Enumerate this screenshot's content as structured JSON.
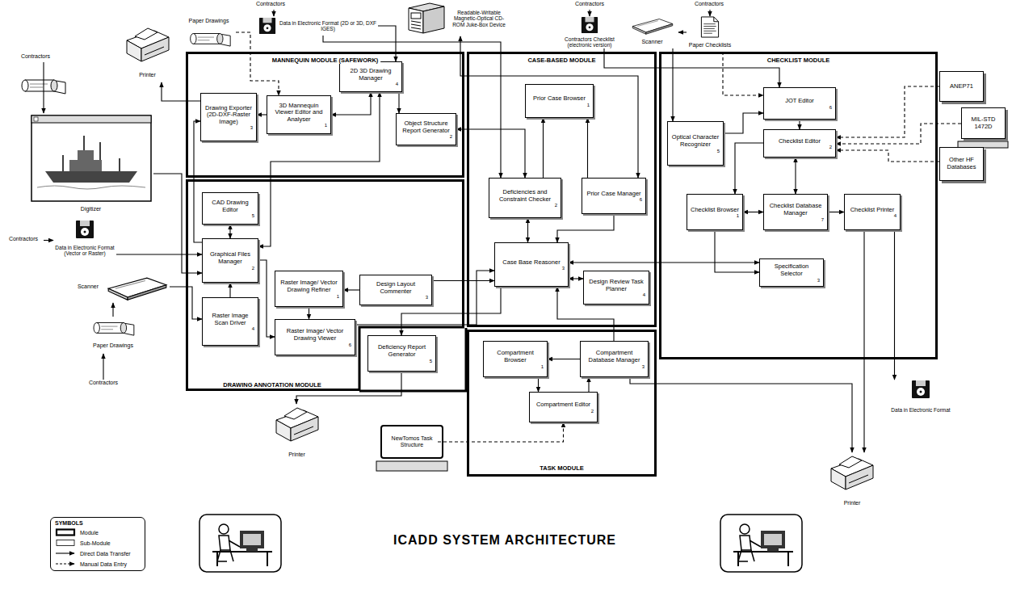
{
  "diagram": {
    "title": "ICADD SYSTEM ARCHITECTURE",
    "nodes": [
      {
        "text": [
          "Printer"
        ]
      },
      {
        "text": [
          "Paper Drawings"
        ]
      },
      {
        "text": [
          "Contractors"
        ]
      },
      {
        "text": [
          "Digitizer"
        ]
      },
      {
        "text": [
          "Contractors"
        ]
      },
      {
        "text": [
          "Data in Electronic Format (Vector or Raster)"
        ]
      },
      {
        "text": [
          "Scanner"
        ]
      },
      {
        "text": [
          "Paper Drawings"
        ]
      },
      {
        "text": [
          "Contractors"
        ]
      },
      {
        "text": [
          "Contractors"
        ]
      },
      {
        "text": [
          "Data in Electronic Format (2D or 3D, DXF IGES)"
        ]
      },
      {
        "text": [
          "Readable-Writable Magnetic-Optical CD-ROM Juke-Box Device"
        ]
      },
      {
        "text": [
          "Contractors"
        ]
      },
      {
        "text": [
          "Contractors Checklist (electronic version)"
        ]
      },
      {
        "text": [
          "Contractors"
        ]
      },
      {
        "text": [
          "Paper Checklists"
        ]
      },
      {
        "text": [
          "Scanner"
        ]
      },
      {
        "text": [
          "MANNEQUIN MODULE (SAFEWORK)"
        ]
      },
      {
        "text": [
          "Drawing Exporter (2D-DXF-Raster Image)",
          "3"
        ],
        "in": 17
      },
      {
        "text": [
          "3D Mannequin Viewer Editor and Analyser",
          "1"
        ],
        "in": 17
      },
      {
        "text": [
          "2D 3D Drawing Manager",
          "4"
        ],
        "in": 17
      },
      {
        "text": [
          "Object Structure Report Generator",
          "2"
        ],
        "in": 17
      },
      {
        "text": [
          "CASE-BASED MODULE"
        ]
      },
      {
        "text": [
          "Prior Case Browser",
          "1"
        ],
        "in": 22
      },
      {
        "text": [
          "Deficiencies and Constraint Checker",
          "2"
        ],
        "in": 22
      },
      {
        "text": [
          "Prior Case Manager",
          "6"
        ],
        "in": 22
      },
      {
        "text": [
          "Case Base Reasoner",
          "3"
        ],
        "in": 22
      },
      {
        "text": [
          "Design Review Task Planner",
          "4"
        ],
        "in": 22
      },
      {
        "text": [
          "CHECKLIST MODULE"
        ]
      },
      {
        "text": [
          "JOT Editor",
          "6"
        ],
        "in": 28
      },
      {
        "text": [
          "Optical Character Recognizer",
          "5"
        ],
        "in": 28
      },
      {
        "text": [
          "Checklist Editor",
          "2"
        ],
        "in": 28
      },
      {
        "text": [
          "Checklist Browser",
          "1"
        ],
        "in": 28
      },
      {
        "text": [
          "Checklist Database Manager",
          "7"
        ],
        "in": 28
      },
      {
        "text": [
          "Checklist Printer",
          "4"
        ],
        "in": 28
      },
      {
        "text": [
          "Specification Selector",
          "3"
        ],
        "in": 28
      },
      {
        "text": [
          "ANEP71"
        ]
      },
      {
        "text": [
          "MIL-STD 1472D"
        ]
      },
      {
        "text": [
          "Other HF Databases"
        ]
      },
      {
        "text": [
          "DRAWING ANNOTATION MODULE"
        ]
      },
      {
        "text": [
          "CAD Drawing Editor",
          "5"
        ],
        "in": 39
      },
      {
        "text": [
          "Graphical Files Manager",
          "2"
        ],
        "in": 39
      },
      {
        "text": [
          "Raster Image Scan Driver",
          "4"
        ],
        "in": 39
      },
      {
        "text": [
          "Raster Image/ Vector Drawing Refiner",
          "1"
        ],
        "in": 39
      },
      {
        "text": [
          "Design Layout Commenter",
          "3"
        ],
        "in": 39
      },
      {
        "text": [
          "Raster Image/ Vector Drawing Viewer",
          "6"
        ],
        "in": 39
      },
      {
        "text": [
          "Deficiency Report Generator",
          "5"
        ]
      },
      {
        "text": [
          "TASK MODULE"
        ]
      },
      {
        "text": [
          "Compartment Browser",
          "1"
        ],
        "in": 47
      },
      {
        "text": [
          "Compartment Database Manager",
          "3"
        ],
        "in": 47
      },
      {
        "text": [
          "Compartment Editor",
          "2"
        ],
        "in": 47
      },
      {
        "text": [
          "Printer"
        ]
      },
      {
        "text": [
          "NewTomos Task Structure"
        ]
      },
      {
        "text": [
          "Data in Electronic Format"
        ]
      },
      {
        "text": [
          "Printer"
        ]
      }
    ],
    "edges": [
      {
        "from": 2,
        "to": 3,
        "arrow": "to"
      },
      {
        "from": 18,
        "to": 0,
        "arrow": "to"
      },
      {
        "from": 1,
        "to": 19,
        "arrow": "to"
      },
      {
        "from": 3,
        "to": 41,
        "arrow": "to"
      },
      {
        "from": 4,
        "to": 5,
        "arrow": "to"
      },
      {
        "from": 5,
        "to": 41,
        "arrow": "to"
      },
      {
        "from": 8,
        "to": 7,
        "arrow": "to"
      },
      {
        "from": 7,
        "to": 6,
        "arrow": "to"
      },
      {
        "from": 6,
        "to": 42,
        "arrow": "to"
      },
      {
        "from": 42,
        "to": 41,
        "arrow": "to"
      },
      {
        "from": 41,
        "to": 40,
        "arrow": "both"
      },
      {
        "from": 41,
        "to": 45,
        "arrow": "to"
      },
      {
        "from": 43,
        "to": 45,
        "arrow": "to"
      },
      {
        "from": 44,
        "to": 43,
        "arrow": "to"
      },
      {
        "from": 41,
        "to": 18,
        "arrow": "to"
      },
      {
        "from": 19,
        "to": 18,
        "arrow": "to"
      },
      {
        "from": 19,
        "to": 20,
        "arrow": "both"
      },
      {
        "from": 20,
        "to": 21,
        "arrow": "to"
      },
      {
        "from": 20,
        "to": 41,
        "arrow": "both"
      },
      {
        "from": 9,
        "to": 10,
        "arrow": "to"
      },
      {
        "from": 10,
        "to": 20,
        "arrow": "to"
      },
      {
        "from": 10,
        "to": 24,
        "arrow": "to"
      },
      {
        "from": 11,
        "to": 25,
        "arrow": "both"
      },
      {
        "from": 21,
        "to": 24,
        "arrow": "both"
      },
      {
        "from": 24,
        "to": 23,
        "arrow": "to"
      },
      {
        "from": 25,
        "to": 23,
        "arrow": "to"
      },
      {
        "from": 24,
        "to": 26,
        "arrow": "both"
      },
      {
        "from": 25,
        "to": 26,
        "arrow": "to"
      },
      {
        "from": 44,
        "to": 26,
        "arrow": "to"
      },
      {
        "from": 45,
        "to": 26,
        "arrow": "to"
      },
      {
        "from": 26,
        "to": 46,
        "arrow": "to"
      },
      {
        "from": 46,
        "to": 51,
        "arrow": "to"
      },
      {
        "from": 26,
        "to": 27,
        "arrow": "both"
      },
      {
        "from": 26,
        "to": 35,
        "arrow": "both"
      },
      {
        "from": 49,
        "to": 26,
        "arrow": "to"
      },
      {
        "from": 49,
        "to": 48,
        "arrow": "to"
      },
      {
        "from": 48,
        "to": 50,
        "arrow": "to"
      },
      {
        "from": 50,
        "to": 49,
        "arrow": "to"
      },
      {
        "from": 52,
        "to": 50,
        "arrow": "to"
      },
      {
        "from": 49,
        "to": 54,
        "arrow": "to"
      },
      {
        "from": 12,
        "to": 13,
        "arrow": "to"
      },
      {
        "from": 13,
        "to": 29,
        "arrow": "to"
      },
      {
        "from": 14,
        "to": 15,
        "arrow": "to"
      },
      {
        "from": 15,
        "to": 16,
        "arrow": "to"
      },
      {
        "from": 16,
        "to": 30,
        "arrow": "to"
      },
      {
        "from": 15,
        "to": 29,
        "arrow": "to"
      },
      {
        "from": 30,
        "to": 29,
        "arrow": "to"
      },
      {
        "from": 29,
        "to": 31,
        "arrow": "to"
      },
      {
        "from": 31,
        "to": 33,
        "arrow": "both"
      },
      {
        "from": 31,
        "to": 32,
        "arrow": "to"
      },
      {
        "from": 33,
        "to": 32,
        "arrow": "both"
      },
      {
        "from": 33,
        "to": 34,
        "arrow": "to"
      },
      {
        "from": 32,
        "to": 35,
        "arrow": "to"
      },
      {
        "from": 34,
        "to": 54,
        "arrow": "to"
      },
      {
        "from": 34,
        "to": 53,
        "arrow": "to"
      },
      {
        "from": 36,
        "to": 31,
        "arrow": "to"
      },
      {
        "from": 37,
        "to": 31,
        "arrow": "to"
      },
      {
        "from": 38,
        "to": 31,
        "arrow": "to"
      }
    ],
    "labels": [
      "SYMBOLS"
    ],
    "legend": [
      {
        "text": "Module"
      },
      {
        "text": "Sub-Module"
      },
      {
        "text": "Direct Data Transfer"
      },
      {
        "text": "Manual Data Entry"
      }
    ]
  }
}
